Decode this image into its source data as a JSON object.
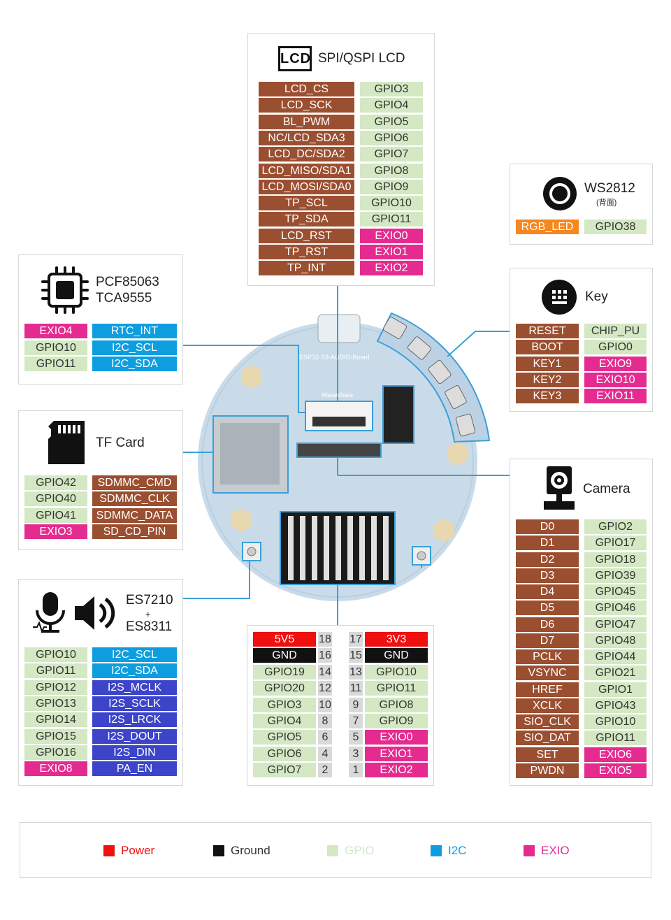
{
  "lcd": {
    "title": "SPI/QSPI LCD",
    "icon_text": "LCD",
    "rows": [
      {
        "name": "LCD_CS",
        "gpio": "GPIO3",
        "c": "green"
      },
      {
        "name": "LCD_SCK",
        "gpio": "GPIO4",
        "c": "green"
      },
      {
        "name": "BL_PWM",
        "gpio": "GPIO5",
        "c": "green"
      },
      {
        "name": "NC/LCD_SDA3",
        "gpio": "GPIO6",
        "c": "green"
      },
      {
        "name": "LCD_DC/SDA2",
        "gpio": "GPIO7",
        "c": "green"
      },
      {
        "name": "LCD_MISO/SDA1",
        "gpio": "GPIO8",
        "c": "green"
      },
      {
        "name": "LCD_MOSI/SDA0",
        "gpio": "GPIO9",
        "c": "green"
      },
      {
        "name": "TP_SCL",
        "gpio": "GPIO10",
        "c": "green"
      },
      {
        "name": "TP_SDA",
        "gpio": "GPIO11",
        "c": "green"
      },
      {
        "name": "LCD_RST",
        "gpio": "EXIO0",
        "c": "pink"
      },
      {
        "name": "TP_RST",
        "gpio": "EXIO1",
        "c": "pink"
      },
      {
        "name": "TP_INT",
        "gpio": "EXIO2",
        "c": "pink"
      }
    ]
  },
  "ws2812": {
    "title": "WS2812",
    "subtitle": "(背面)",
    "name": "RGB_LED",
    "gpio": "GPIO38"
  },
  "pcf": {
    "title1": "PCF85063",
    "title2": "TCA9555",
    "rows": [
      {
        "left": "EXIO4",
        "lc": "pink",
        "right": "RTC_INT",
        "rc": "blue"
      },
      {
        "left": "GPIO10",
        "lc": "green",
        "right": "I2C_SCL",
        "rc": "blue"
      },
      {
        "left": "GPIO11",
        "lc": "green",
        "right": "I2C_SDA",
        "rc": "blue"
      }
    ]
  },
  "key": {
    "title": "Key",
    "rows": [
      {
        "name": "RESET",
        "gpio": "CHIP_PU",
        "c": "green"
      },
      {
        "name": "BOOT",
        "gpio": "GPIO0",
        "c": "green"
      },
      {
        "name": "KEY1",
        "gpio": "EXIO9",
        "c": "pink"
      },
      {
        "name": "KEY2",
        "gpio": "EXIO10",
        "c": "pink"
      },
      {
        "name": "KEY3",
        "gpio": "EXIO11",
        "c": "pink"
      }
    ]
  },
  "tf": {
    "title": "TF Card",
    "rows": [
      {
        "gpio": "GPIO42",
        "c": "green",
        "name": "SDMMC_CMD"
      },
      {
        "gpio": "GPIO40",
        "c": "green",
        "name": "SDMMC_CLK"
      },
      {
        "gpio": "GPIO41",
        "c": "green",
        "name": "SDMMC_DATA"
      },
      {
        "gpio": "EXIO3",
        "c": "pink",
        "name": "SD_CD_PIN"
      }
    ]
  },
  "camera": {
    "title": "Camera",
    "rows": [
      {
        "name": "D0",
        "gpio": "GPIO2",
        "c": "green"
      },
      {
        "name": "D1",
        "gpio": "GPIO17",
        "c": "green"
      },
      {
        "name": "D2",
        "gpio": "GPIO18",
        "c": "green"
      },
      {
        "name": "D3",
        "gpio": "GPIO39",
        "c": "green"
      },
      {
        "name": "D4",
        "gpio": "GPIO45",
        "c": "green"
      },
      {
        "name": "D5",
        "gpio": "GPIO46",
        "c": "green"
      },
      {
        "name": "D6",
        "gpio": "GPIO47",
        "c": "green"
      },
      {
        "name": "D7",
        "gpio": "GPIO48",
        "c": "green"
      },
      {
        "name": "PCLK",
        "gpio": "GPIO44",
        "c": "green"
      },
      {
        "name": "VSYNC",
        "gpio": "GPIO21",
        "c": "green"
      },
      {
        "name": "HREF",
        "gpio": "GPIO1",
        "c": "green"
      },
      {
        "name": "XCLK",
        "gpio": "GPIO43",
        "c": "green"
      },
      {
        "name": "SIO_CLK",
        "gpio": "GPIO10",
        "c": "green"
      },
      {
        "name": "SIO_DAT",
        "gpio": "GPIO11",
        "c": "green"
      },
      {
        "name": "SET",
        "gpio": "EXIO6",
        "c": "pink"
      },
      {
        "name": "PWDN",
        "gpio": "EXIO5",
        "c": "pink"
      }
    ]
  },
  "audio": {
    "title1": "ES7210",
    "plus": "+",
    "title2": "ES8311",
    "rows": [
      {
        "gpio": "GPIO10",
        "c": "green",
        "name": "I2C_SCL",
        "nc": "blue"
      },
      {
        "gpio": "GPIO11",
        "c": "green",
        "name": "I2C_SDA",
        "nc": "blue"
      },
      {
        "gpio": "GPIO12",
        "c": "green",
        "name": "I2S_MCLK",
        "nc": "indigo"
      },
      {
        "gpio": "GPIO13",
        "c": "green",
        "name": "I2S_SCLK",
        "nc": "indigo"
      },
      {
        "gpio": "GPIO14",
        "c": "green",
        "name": "I2S_LRCK",
        "nc": "indigo"
      },
      {
        "gpio": "GPIO15",
        "c": "green",
        "name": "I2S_DOUT",
        "nc": "indigo"
      },
      {
        "gpio": "GPIO16",
        "c": "green",
        "name": "I2S_DIN",
        "nc": "indigo"
      },
      {
        "gpio": "EXIO8",
        "c": "pink",
        "name": "PA_EN",
        "nc": "indigo"
      }
    ]
  },
  "header": {
    "rows": [
      {
        "l": "5V5",
        "lc": "red",
        "ln": "18",
        "rn": "17",
        "r": "3V3",
        "rc": "red"
      },
      {
        "l": "GND",
        "lc": "black",
        "ln": "16",
        "rn": "15",
        "r": "GND",
        "rc": "black"
      },
      {
        "l": "GPIO19",
        "lc": "green",
        "ln": "14",
        "rn": "13",
        "r": "GPIO10",
        "rc": "green"
      },
      {
        "l": "GPIO20",
        "lc": "green",
        "ln": "12",
        "rn": "11",
        "r": "GPIO11",
        "rc": "green"
      },
      {
        "l": "GPIO3",
        "lc": "green",
        "ln": "10",
        "rn": "9",
        "r": "GPIO8",
        "rc": "green"
      },
      {
        "l": "GPIO4",
        "lc": "green",
        "ln": "8",
        "rn": "7",
        "r": "GPIO9",
        "rc": "green"
      },
      {
        "l": "GPIO5",
        "lc": "green",
        "ln": "6",
        "rn": "5",
        "r": "EXIO0",
        "rc": "pink"
      },
      {
        "l": "GPIO6",
        "lc": "green",
        "ln": "4",
        "rn": "3",
        "r": "EXIO1",
        "rc": "pink"
      },
      {
        "l": "GPIO7",
        "lc": "green",
        "ln": "2",
        "rn": "1",
        "r": "EXIO2",
        "rc": "pink"
      }
    ]
  },
  "board": {
    "name": "ESP32-S3-AUDIO-Board",
    "brand": "Waveshare"
  },
  "legend": [
    {
      "label": "Power",
      "color": "#f01010"
    },
    {
      "label": "Ground",
      "color": "#111111"
    },
    {
      "label": "GPIO",
      "color": "#d3e8c3"
    },
    {
      "label": "I2C",
      "color": "#0e9ee0"
    },
    {
      "label": "EXIO",
      "color": "#e52b90"
    }
  ]
}
